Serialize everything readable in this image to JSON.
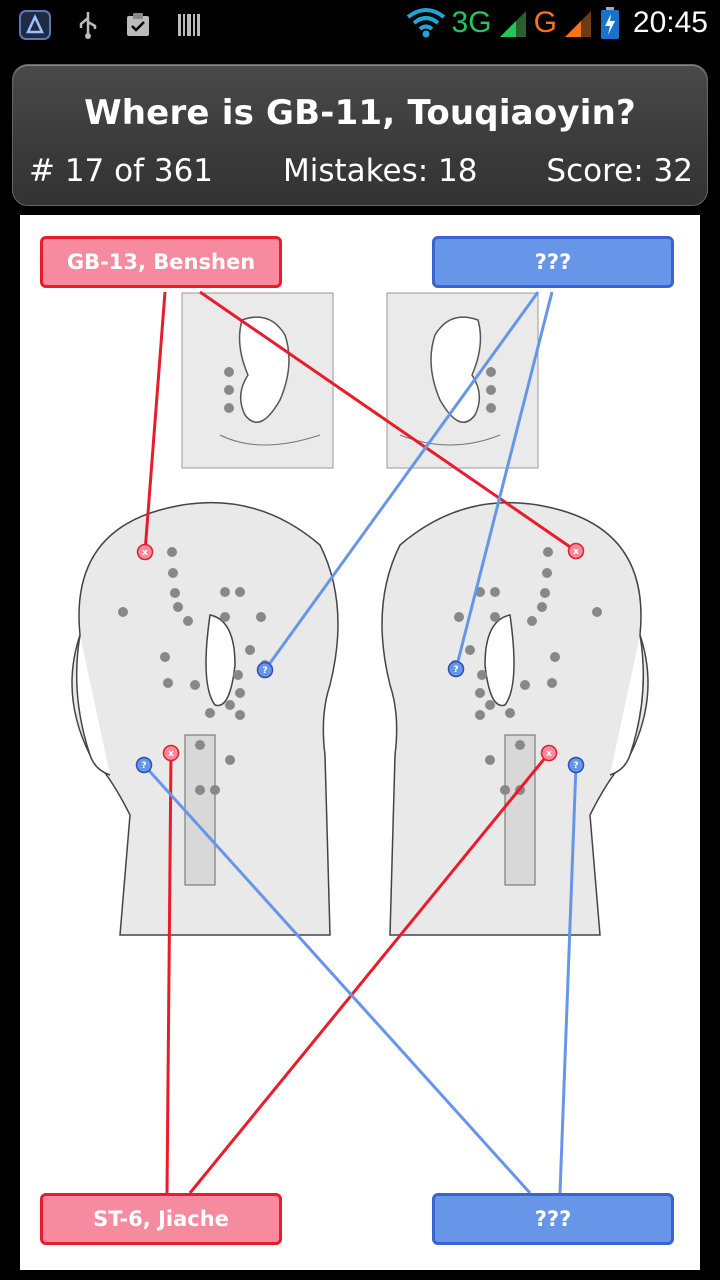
{
  "status_bar": {
    "network_3g": "3G",
    "network_g": "G",
    "time": "20:45",
    "icons": [
      "app-icon",
      "usb-icon",
      "clipboard-icon",
      "barcode-icon",
      "wifi-icon",
      "signal-icon",
      "signal-icon",
      "battery-charging-icon"
    ]
  },
  "quiz": {
    "question": "Where is GB-11, Touqiaoyin?",
    "progress": "# 17 of 361",
    "mistakes": "Mistakes: 18",
    "score": "Score: 32"
  },
  "answers": {
    "top_left": {
      "label": "GB-13, Benshen",
      "state": "wrong"
    },
    "top_right": {
      "label": "???",
      "state": "unknown"
    },
    "bottom_left": {
      "label": "ST-6, Jiache",
      "state": "wrong"
    },
    "bottom_right": {
      "label": "???",
      "state": "unknown"
    }
  },
  "colors": {
    "wrong_fill": "#f68ba0",
    "wrong_border": "#e81c2a",
    "unknown_fill": "#6796e8",
    "unknown_border": "#3c63d0",
    "header_bg": "#3a3a3a"
  },
  "markers": {
    "wrong_symbol": "x",
    "unknown_symbol": "?"
  }
}
